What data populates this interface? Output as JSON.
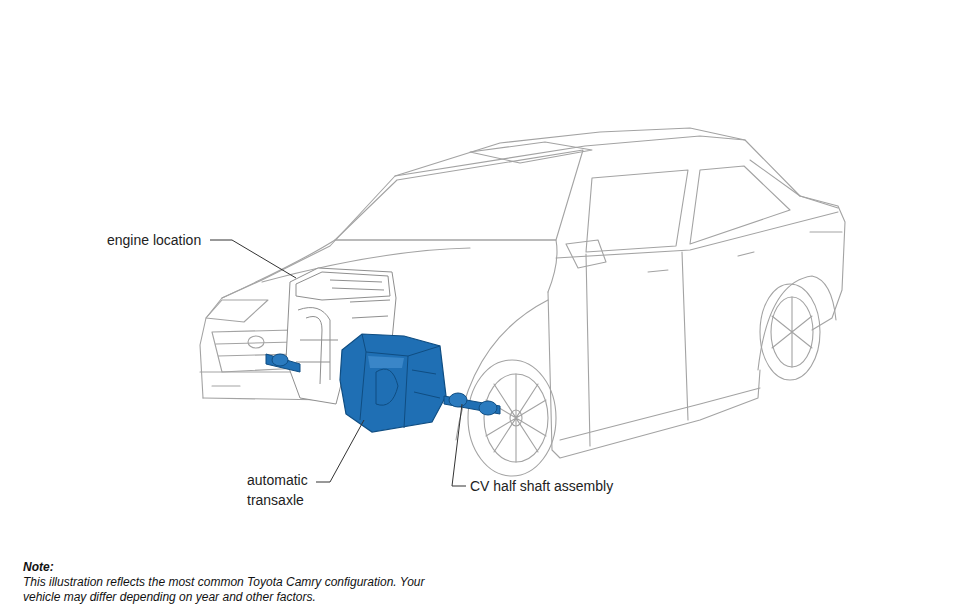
{
  "diagram": {
    "labels": [
      "engine location",
      "automatic transaxle",
      "CV half shaft assembly",
      "Note:",
      "This illustration reflects the most common Toyota Camry configuration. Your vehicle may differ depending on year and other factors."
    ]
  }
}
